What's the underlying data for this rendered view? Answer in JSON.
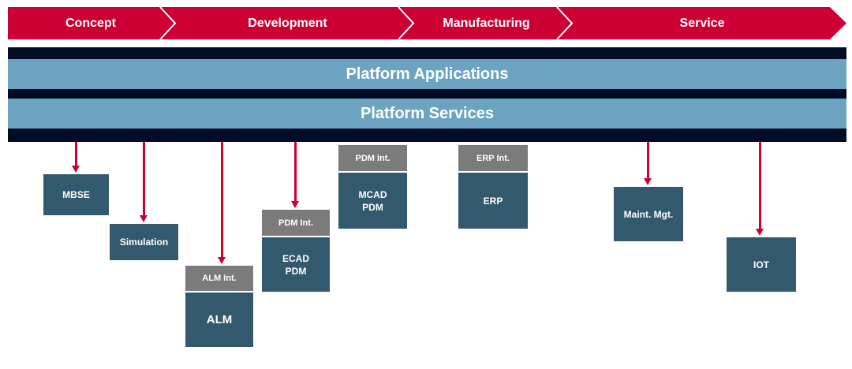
{
  "colors": {
    "phase_red": "#cc0033",
    "band_dark": "#020c24",
    "band_light": "#6ba3c1",
    "system_box": "#32596e",
    "integration_box": "#7b7b7b",
    "arrow": "#cc0033"
  },
  "phases": [
    {
      "label": "Concept"
    },
    {
      "label": "Development"
    },
    {
      "label": "Manufacturing"
    },
    {
      "label": "Service"
    }
  ],
  "platform": {
    "applications_label": "Platform Applications",
    "services_label": "Platform Services"
  },
  "systems": {
    "mbse": {
      "label": "MBSE"
    },
    "simulation": {
      "label": "Simulation"
    },
    "alm": {
      "integration": "ALM Int.",
      "label": "ALM"
    },
    "ecad_pdm": {
      "integration": "PDM Int.",
      "line1": "ECAD",
      "line2": "PDM"
    },
    "mcad_pdm": {
      "integration": "PDM Int.",
      "line1": "MCAD",
      "line2": "PDM"
    },
    "erp": {
      "integration": "ERP Int.",
      "label": "ERP"
    },
    "maint_mgt": {
      "label": "Maint. Mgt."
    },
    "iot": {
      "label": "IOT"
    }
  }
}
